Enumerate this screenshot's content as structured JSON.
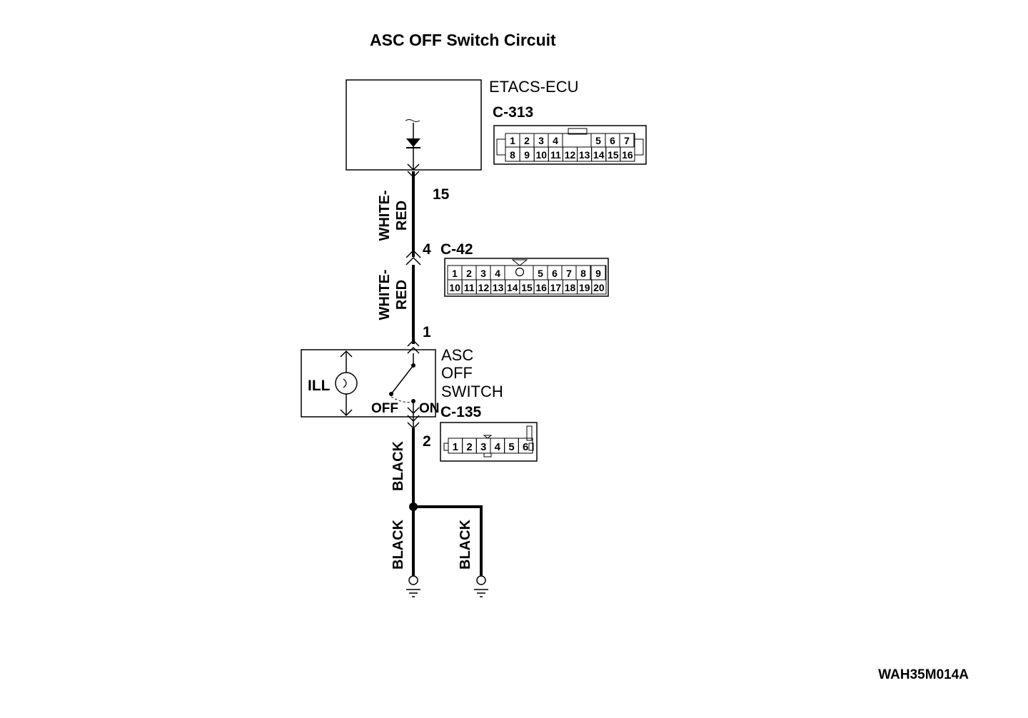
{
  "title": "ASC OFF Switch Circuit",
  "ecu": {
    "name": "ETACS-ECU",
    "connector": "C-313",
    "pin": "15"
  },
  "ecu_connector": {
    "row1": [
      "1",
      "2",
      "3",
      "4",
      "5",
      "6",
      "7"
    ],
    "row2": [
      "8",
      "9",
      "10",
      "11",
      "12",
      "13",
      "14",
      "15",
      "16"
    ]
  },
  "wire_upper": {
    "color_line1": "WHITE-",
    "color_line2": "RED"
  },
  "junction": {
    "pin": "4",
    "connector": "C-42"
  },
  "junction_connector": {
    "row1": [
      "1",
      "2",
      "3",
      "4",
      "5",
      "6",
      "7",
      "8",
      "9"
    ],
    "row2": [
      "10",
      "11",
      "12",
      "13",
      "14",
      "15",
      "16",
      "17",
      "18",
      "19",
      "20"
    ]
  },
  "wire_middle": {
    "color_line1": "WHITE-",
    "color_line2": "RED"
  },
  "switch": {
    "name_line1": "ASC",
    "name_line2": "OFF",
    "name_line3": "SWITCH",
    "connector": "C-135",
    "pin_top": "1",
    "pin_bottom": "2",
    "ill_label": "ILL",
    "off_label": "OFF",
    "on_label": "ON"
  },
  "switch_connector": {
    "pins": [
      "1",
      "2",
      "3",
      "4",
      "5",
      "6"
    ]
  },
  "wire_lower": {
    "color": "BLACK"
  },
  "ground_left": {
    "color": "BLACK"
  },
  "ground_right": {
    "color": "BLACK"
  },
  "figure_code": "WAH35M014A"
}
